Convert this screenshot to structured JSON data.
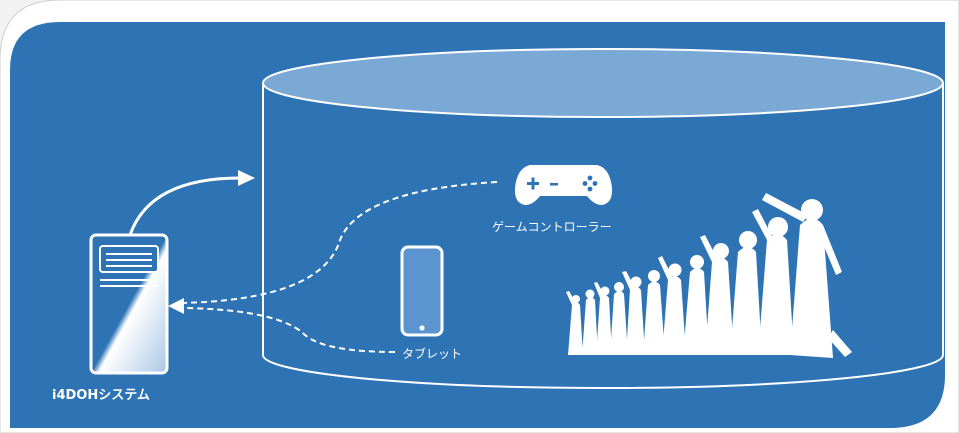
{
  "diagram": {
    "system_label": "i4DOHシステム",
    "controller_label": "ゲームコントローラー",
    "tablet_label": "タブレット"
  },
  "icons": {
    "server": "server-tower-icon",
    "controller": "gamepad-icon",
    "tablet": "tablet-icon",
    "crowd": "dancing-crowd-silhouette"
  },
  "colors": {
    "panel_blue": "#2e74b5",
    "cylinder_top": "#7aa9d6",
    "frame": "#ffffff",
    "border_gray": "#d0d0d0"
  }
}
